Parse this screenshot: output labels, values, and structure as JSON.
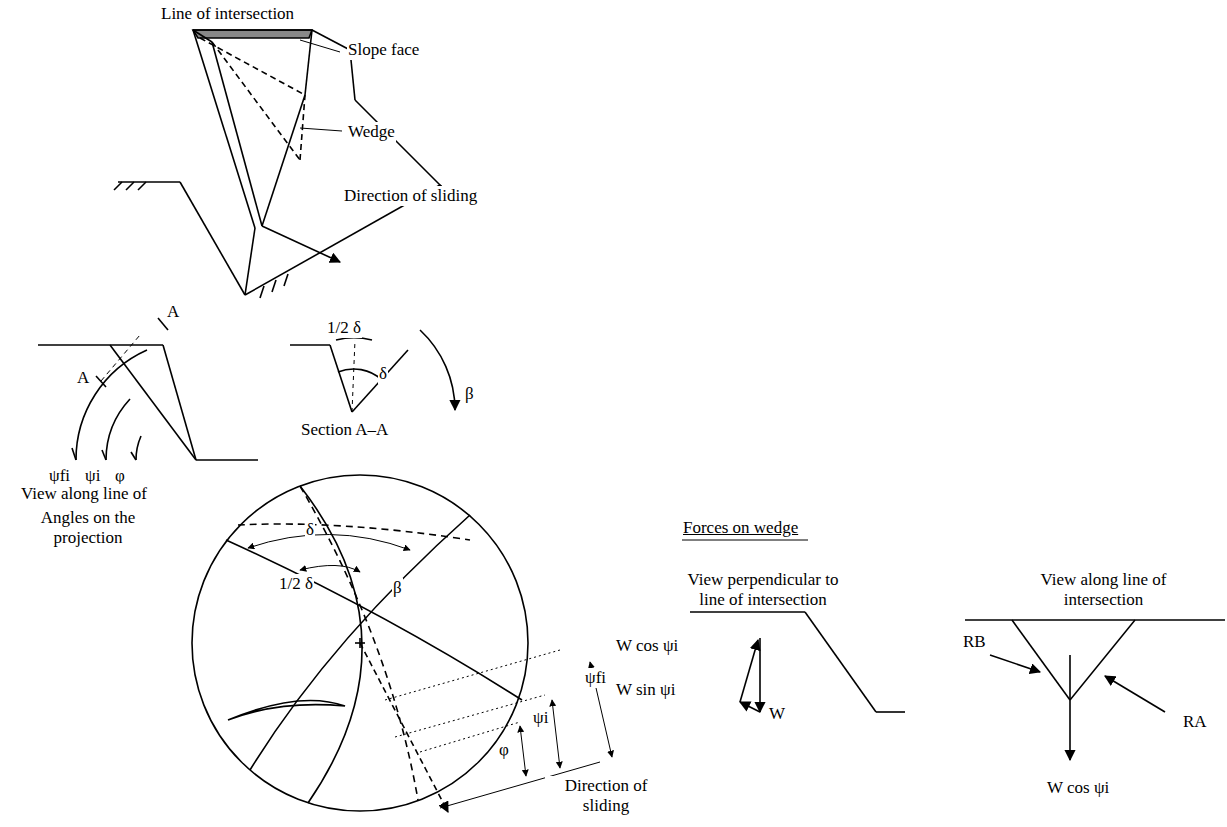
{
  "diagram": {
    "labels": [
      "Line of intersection",
      "Slope face",
      "Wedge",
      "Direction of sliding",
      "A",
      "A",
      "1/2 δ",
      "δ",
      "β",
      "ψfi",
      "ψi",
      "φ",
      "Section A–A",
      "View along line of intersection",
      "Angles on the projection",
      "δ",
      "1/2 δ",
      "β",
      "ψfi",
      "ψi",
      "φ",
      "Direction of sliding",
      "Forces on wedge",
      "View perpendicular to line of intersection",
      "W cos ψi",
      "W sin ψi",
      "W",
      "View along line of intersection",
      "RB",
      "RA",
      "W cos ψi"
    ]
  }
}
